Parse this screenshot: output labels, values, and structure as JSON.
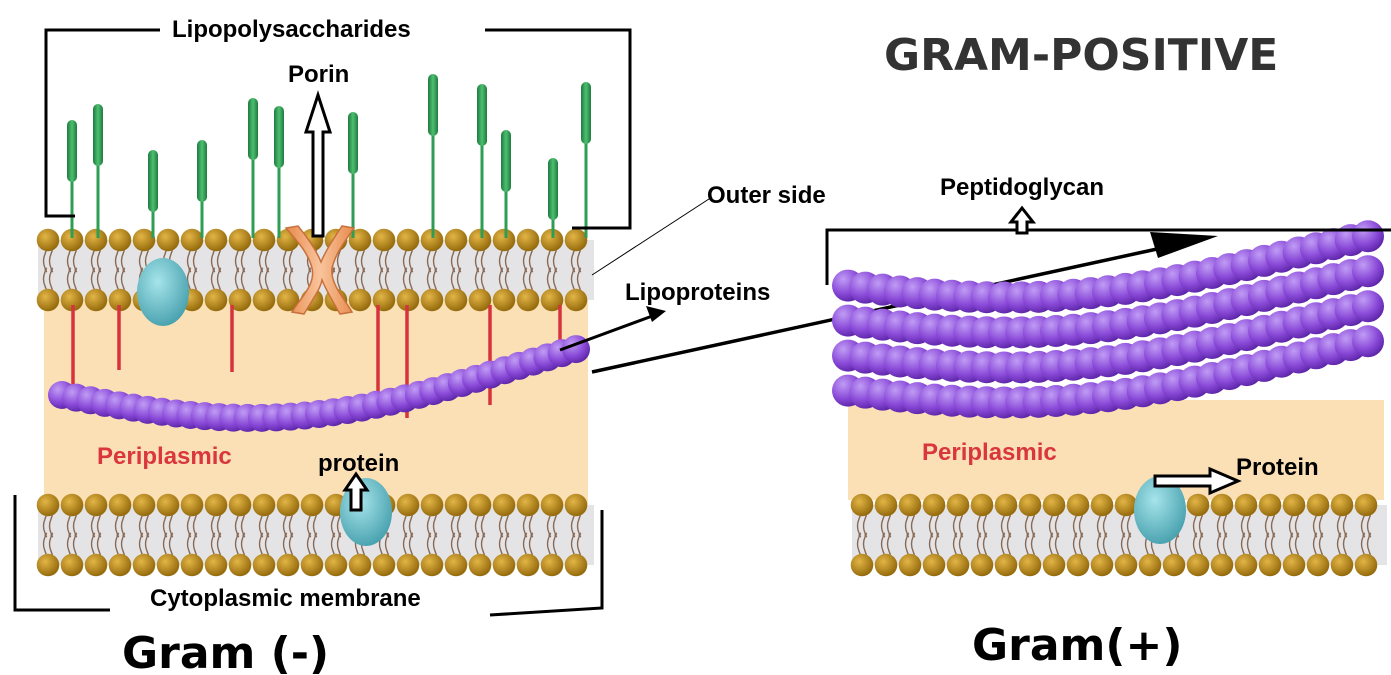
{
  "labels": {
    "lipopolysaccharides": "Lipopolysaccharides",
    "porin": "Porin",
    "outer_side": "Outer side",
    "lipoproteins": "Lipoproteins",
    "periplasmic_neg": "Periplasmic",
    "protein_neg": "protein",
    "cytoplasmic_membrane": "Cytoplasmic membrane",
    "gram_neg": "Gram (-)",
    "gram_positive_title": "GRAM-POSITIVE",
    "peptidoglycan": "Peptidoglycan",
    "periplasmic_pos": "Periplasmic",
    "protein_pos": "Protein",
    "gram_pos": "Gram(+)"
  },
  "colors": {
    "periplasm_fill": "#fbe0b6",
    "lipid_head": "#b8860b",
    "lipid_tail": "#8a6a55",
    "lps_green": "#2e9e55",
    "lipoprotein_red": "#d8323c",
    "peptidoglycan_purple": "#8a4ad8",
    "porin_orange": "#f2a470",
    "protein_teal": "#5bb9c4",
    "periplasmic_text": "#d9363e"
  }
}
